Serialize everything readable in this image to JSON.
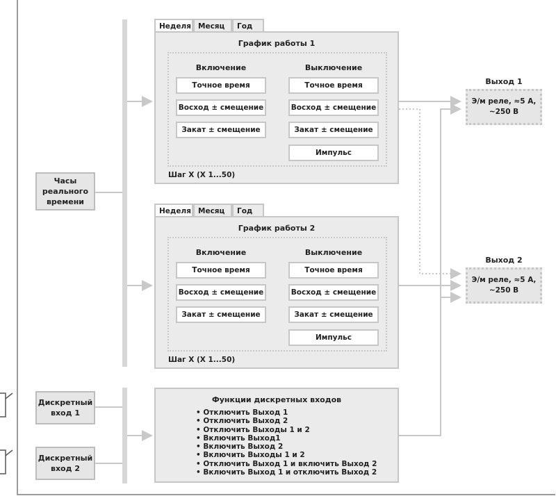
{
  "clock": {
    "label_lines": [
      "Часы",
      "реального",
      "времени"
    ]
  },
  "inputs": [
    {
      "label_lines": [
        "Дискретный",
        "вход 1"
      ]
    },
    {
      "label_lines": [
        "Дискретный",
        "вход 2"
      ]
    }
  ],
  "schedules": [
    {
      "tabs": [
        "Неделя",
        "Месяц",
        "Год"
      ],
      "title": "График работы 1",
      "on_header": "Включение",
      "off_header": "Выключение",
      "on_items": [
        "Точное время",
        "Восход ± смещение",
        "Закат ± смещение"
      ],
      "off_items": [
        "Точное время",
        "Восход ± смещение",
        "Закат ± смещение",
        "Импульс"
      ],
      "step": "Шаг X (X 1...50)"
    },
    {
      "tabs": [
        "Неделя",
        "Месяц",
        "Год"
      ],
      "title": "График работы 2",
      "on_header": "Включение",
      "off_header": "Выключение",
      "on_items": [
        "Точное время",
        "Восход ± смещение",
        "Закат ± смещение"
      ],
      "off_items": [
        "Точное время",
        "Восход ± смещение",
        "Закат ± смещение",
        "Импульс"
      ],
      "step": "Шаг X (X 1...50)"
    }
  ],
  "functions": {
    "title": "Функции дискретных входов",
    "items": [
      "• Отключить Выход 1",
      "• Отключить Выход 2",
      "• Отключить Выходы 1 и 2",
      "• Включить Выход1",
      "• Включить Выход 2",
      "• Включить Выходы 1 и 2",
      "• Отключить Выход 1 и включить Выход 2",
      "• Включить Выход 1 и отключить Выход 2"
    ]
  },
  "outputs": [
    {
      "label": "Выход 1",
      "box_lines": [
        "Э/м реле, ≈5 А,",
        "~250 В"
      ]
    },
    {
      "label": "Выход 2",
      "box_lines": [
        "Э/м реле, ≈5 А,",
        "~250 В"
      ]
    }
  ],
  "colors": {
    "box_fill": "#e6e6e6",
    "box_border": "#bcbcbc",
    "line": "#c8c8c8",
    "frame": "#9a9a9a"
  }
}
